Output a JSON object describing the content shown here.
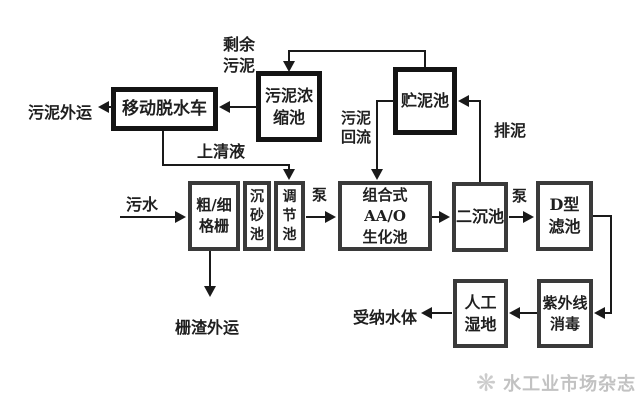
{
  "diagram": {
    "type": "process-flow",
    "language": "zh-CN",
    "colors": {
      "background": "#ffffff",
      "line": "#1a1a1a",
      "box_border_heavy": "#141414",
      "box_border": "#3a3a3a",
      "text": "#1f1f1f",
      "watermark": "#c2c2c2"
    },
    "nodes": {
      "screen": {
        "label": "粗/细\n格栅"
      },
      "grit_chamber": {
        "label": "沉\n砂\n池"
      },
      "regulating_tank": {
        "label": "调\n节\n池"
      },
      "aao_tank": {
        "label": "组合式AA/O\n生化池"
      },
      "secondary_clarifier": {
        "label": "二沉池"
      },
      "d_filter": {
        "label": "D型\n滤池"
      },
      "uv_disinfection": {
        "label": "紫外线\n消毒"
      },
      "constructed_wetland": {
        "label": "人工\n湿地"
      },
      "sludge_storage_tank": {
        "label": "贮泥池"
      },
      "sludge_thickener": {
        "label": "污泥浓\n缩池"
      },
      "mobile_dewatering_truck": {
        "label": "移动脱水车"
      }
    },
    "labels": {
      "influent": "污水",
      "surplus_sludge": "剩余\n污泥",
      "sludge_outbound": "污泥外运",
      "supernatant": "上清液",
      "pump_1": "泵",
      "pump_2": "泵",
      "sludge_return": "污泥\n回流",
      "sludge_discharge": "排泥",
      "screen_residue_outbound": "栅渣外运",
      "receiving_water": "受纳水体"
    },
    "edges": [
      {
        "from": "influent",
        "to": "screen",
        "label": "污水"
      },
      {
        "from": "screen",
        "to": "screen_residue_outbound",
        "label": "栅渣外运"
      },
      {
        "from": "regulating_tank",
        "to": "aao_tank",
        "label": "泵"
      },
      {
        "from": "aao_tank",
        "to": "secondary_clarifier",
        "label": ""
      },
      {
        "from": "secondary_clarifier",
        "to": "d_filter",
        "label": "泵"
      },
      {
        "from": "d_filter",
        "to": "uv_disinfection",
        "label": ""
      },
      {
        "from": "uv_disinfection",
        "to": "constructed_wetland",
        "label": ""
      },
      {
        "from": "constructed_wetland",
        "to": "receiving_water",
        "label": "受纳水体"
      },
      {
        "from": "secondary_clarifier",
        "to": "sludge_storage_tank",
        "label": "排泥"
      },
      {
        "from": "sludge_storage_tank",
        "to": "aao_tank",
        "label": "污泥回流"
      },
      {
        "from": "sludge_storage_tank",
        "to": "sludge_thickener",
        "label": "剩余污泥"
      },
      {
        "from": "sludge_thickener",
        "to": "mobile_dewatering_truck",
        "label": ""
      },
      {
        "from": "mobile_dewatering_truck",
        "to": "sludge_outbound",
        "label": "污泥外运"
      },
      {
        "from": "mobile_dewatering_truck",
        "to": "regulating_tank",
        "label": "上清液"
      }
    ],
    "watermark": {
      "icon": "magazine-logo",
      "text": "水工业市场杂志"
    }
  }
}
